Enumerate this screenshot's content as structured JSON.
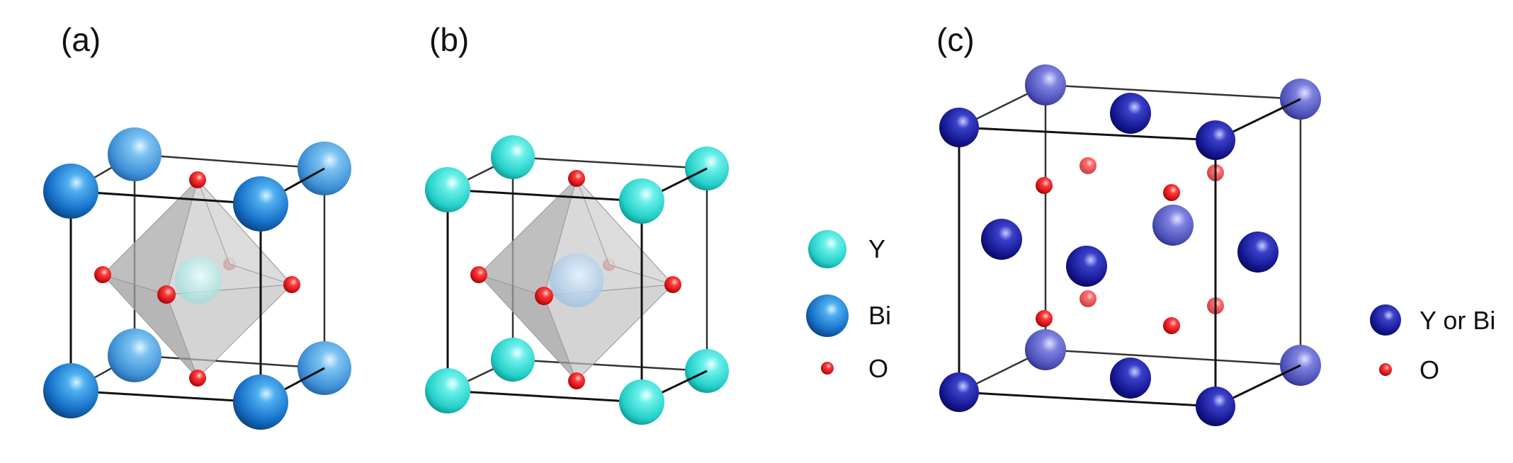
{
  "panels": {
    "a": {
      "label": "(a)"
    },
    "b": {
      "label": "(b)"
    },
    "c": {
      "label": "(c)"
    }
  },
  "legend_ab": {
    "y": {
      "label": "Y",
      "color": "#2de0da"
    },
    "bi": {
      "label": "Bi",
      "color": "#1a7fd6"
    },
    "o": {
      "label": "O",
      "color": "#e0141c"
    }
  },
  "legend_c": {
    "ybi": {
      "label": "Y or Bi",
      "color": "#10128a"
    },
    "o": {
      "label": "O",
      "color": "#e0141c"
    }
  },
  "colors": {
    "octahedron": "#bdbdbd",
    "cell_edge": "#111111"
  }
}
